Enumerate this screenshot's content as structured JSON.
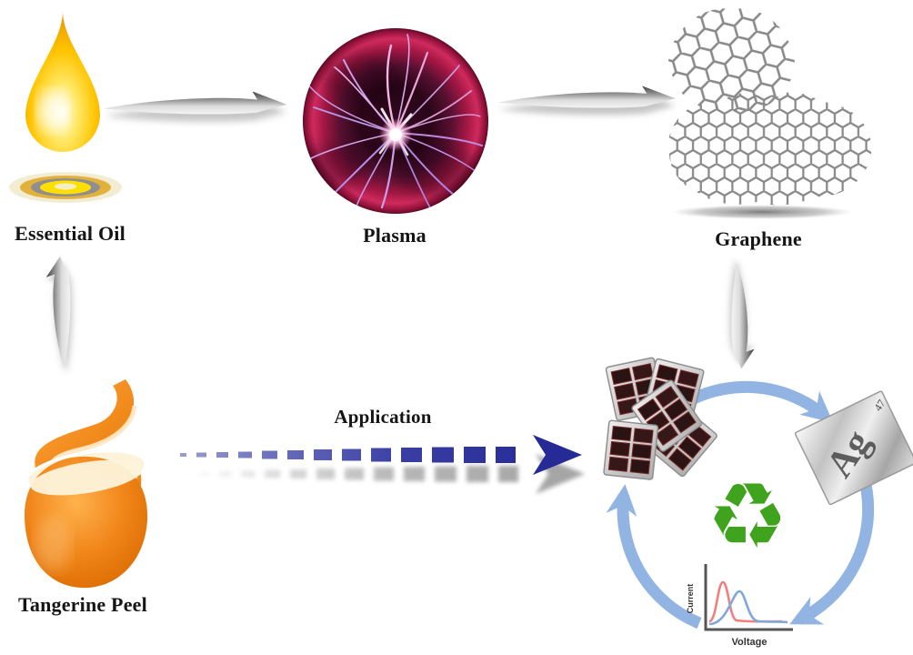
{
  "labels": {
    "essential_oil": "Essential Oil",
    "plasma": "Plasma",
    "graphene": "Graphene",
    "tangerine_peel": "Tangerine Peel",
    "application": "Application"
  },
  "cycle": {
    "ag_symbol": "Ag",
    "ag_number": "47",
    "recycle_symbol": "♻",
    "voltammogram": {
      "xlabel": "Voltage",
      "ylabel": "Current"
    }
  },
  "colors": {
    "application_arrow_blue": "#262a96",
    "cycle_arrow_blue": "#92b4e2",
    "recycle_green": "#3fa31e",
    "voltammogram_peak_red": "#f27e7e",
    "voltammogram_peak_blue": "#7fa8d9",
    "oil_droplet_gold": "#ffc400",
    "tangerine_orange": "#f0841c",
    "plasma_magenta": "#c2185b",
    "metal_arrow_gray": "#9a9a9a",
    "graphene_gray": "#8a8a8a"
  }
}
